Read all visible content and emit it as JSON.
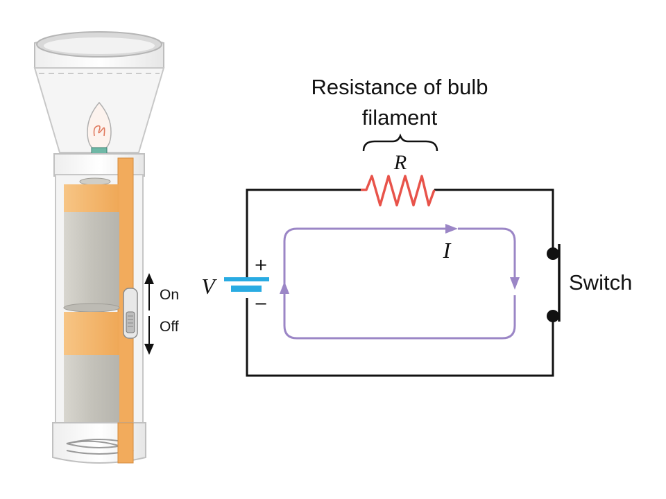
{
  "labels": {
    "resistance_line1": "Resistance of bulb",
    "resistance_line2": "filament",
    "resistor_symbol": "R",
    "current_symbol": "I",
    "voltage_symbol": "V",
    "plus_sign": "+",
    "minus_sign": "−",
    "switch_label": "Switch",
    "on_label": "On",
    "off_label": "Off"
  },
  "colors": {
    "wire": "#111111",
    "resistor": "#e8534a",
    "current_arrow": "#9b86c6",
    "battery_plate": "#29abe2",
    "battery_orange": "#f4b469",
    "battery_gray": "#c9c7c0"
  },
  "icons": {
    "arrow_up": "arrow-up-icon",
    "arrow_down": "arrow-down-icon"
  }
}
